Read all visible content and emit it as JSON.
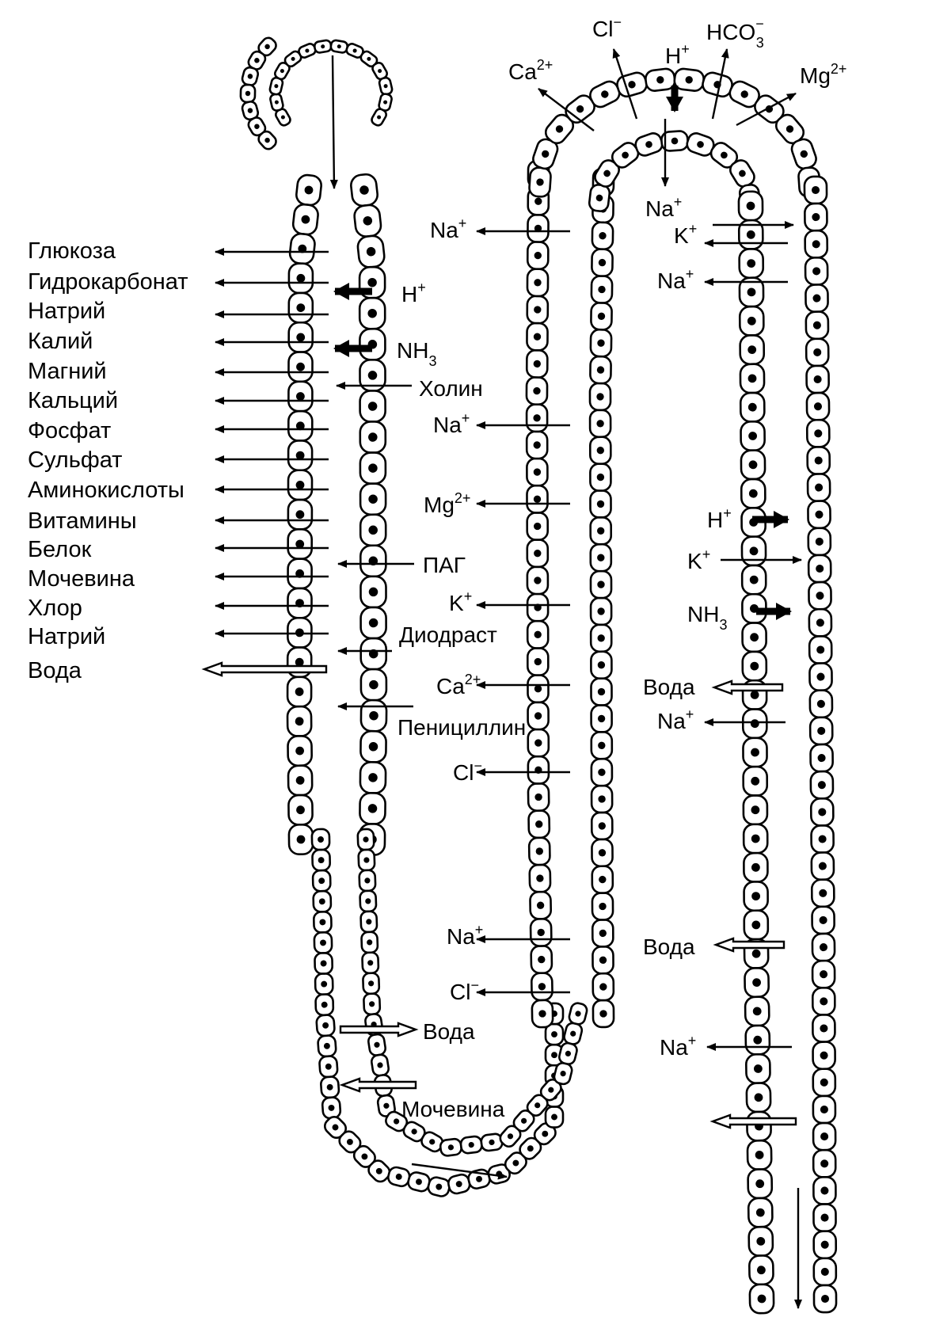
{
  "substances_left": [
    "Глюкоза",
    "Гидрокарбонат",
    "Натрий",
    "Калий",
    "Магний",
    "Кальций",
    "Фосфат",
    "Сульфат",
    "Аминокислоты",
    "Витамины",
    "Белок",
    "Мочевина",
    "Хлор",
    "Натрий",
    "Вода"
  ],
  "proximal_secreted": [
    {
      "text": "H",
      "sup": "+",
      "sub": ""
    },
    {
      "text": "NH",
      "sup": "",
      "sub": "3"
    },
    {
      "text": "Холин",
      "sup": "",
      "sub": ""
    },
    {
      "text": "ПАГ",
      "sup": "",
      "sub": ""
    },
    {
      "text": "Диодраст",
      "sup": "",
      "sub": ""
    },
    {
      "text": "Пенициллин",
      "sup": "",
      "sub": ""
    }
  ],
  "loop_descending": [
    {
      "text": "Вода",
      "sup": "",
      "sub": ""
    },
    {
      "text": "Мочевина",
      "sup": "",
      "sub": ""
    }
  ],
  "ascending_limb": [
    {
      "text": "Na",
      "sup": "+",
      "sub": ""
    },
    {
      "text": "Na",
      "sup": "+",
      "sub": ""
    },
    {
      "text": "Mg",
      "sup": "2+",
      "sub": ""
    },
    {
      "text": "K",
      "sup": "+",
      "sub": ""
    },
    {
      "text": "Ca",
      "sup": "2+",
      "sub": ""
    },
    {
      "text": "Cl",
      "sup": "−",
      "sub": ""
    },
    {
      "text": "Na",
      "sup": "+",
      "sub": ""
    },
    {
      "text": "Cl",
      "sup": "−",
      "sub": ""
    }
  ],
  "distal_top": [
    {
      "text": "Ca",
      "sup": "2+",
      "sub": ""
    },
    {
      "text": "Cl",
      "sup": "−",
      "sub": ""
    },
    {
      "text": "H",
      "sup": "+",
      "sub": ""
    },
    {
      "text": "HCO",
      "sup": "−",
      "sub": "3"
    },
    {
      "text": "Mg",
      "sup": "2+",
      "sub": ""
    },
    {
      "text": "Na",
      "sup": "+",
      "sub": ""
    }
  ],
  "collecting_duct": [
    {
      "text": "K",
      "sup": "+",
      "sub": ""
    },
    {
      "text": "Na",
      "sup": "+",
      "sub": ""
    },
    {
      "text": "H",
      "sup": "+",
      "sub": ""
    },
    {
      "text": "K",
      "sup": "+",
      "sub": ""
    },
    {
      "text": "NH",
      "sup": "",
      "sub": "3"
    },
    {
      "text": "Вода",
      "sup": "",
      "sub": ""
    },
    {
      "text": "Na",
      "sup": "+",
      "sub": ""
    },
    {
      "text": "Вода",
      "sup": "",
      "sub": ""
    },
    {
      "text": "Na",
      "sup": "+",
      "sub": ""
    }
  ]
}
